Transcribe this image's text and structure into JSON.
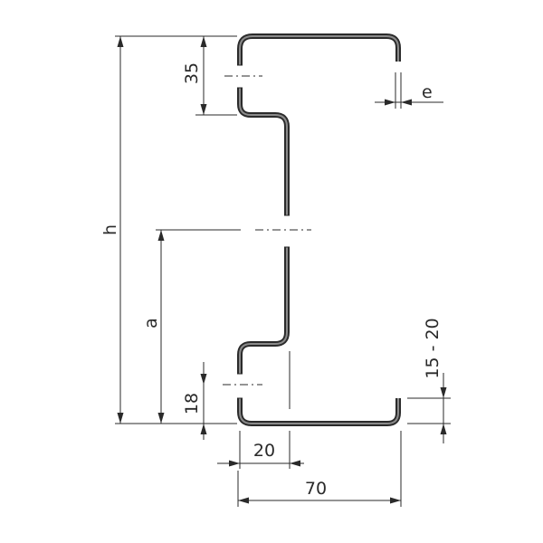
{
  "colors": {
    "profile_outer": "#2b2b2b",
    "profile_inner": "#6f6f6f",
    "dimension_lines": "#2a2a2a",
    "background": "#ffffff"
  },
  "labels": {
    "height": "h",
    "position": "a",
    "top_hole": "35",
    "bottom_hole": "18",
    "thickness": "e",
    "bottom_lip": "15 - 20",
    "offset_width": "20",
    "flange_width": "70"
  }
}
